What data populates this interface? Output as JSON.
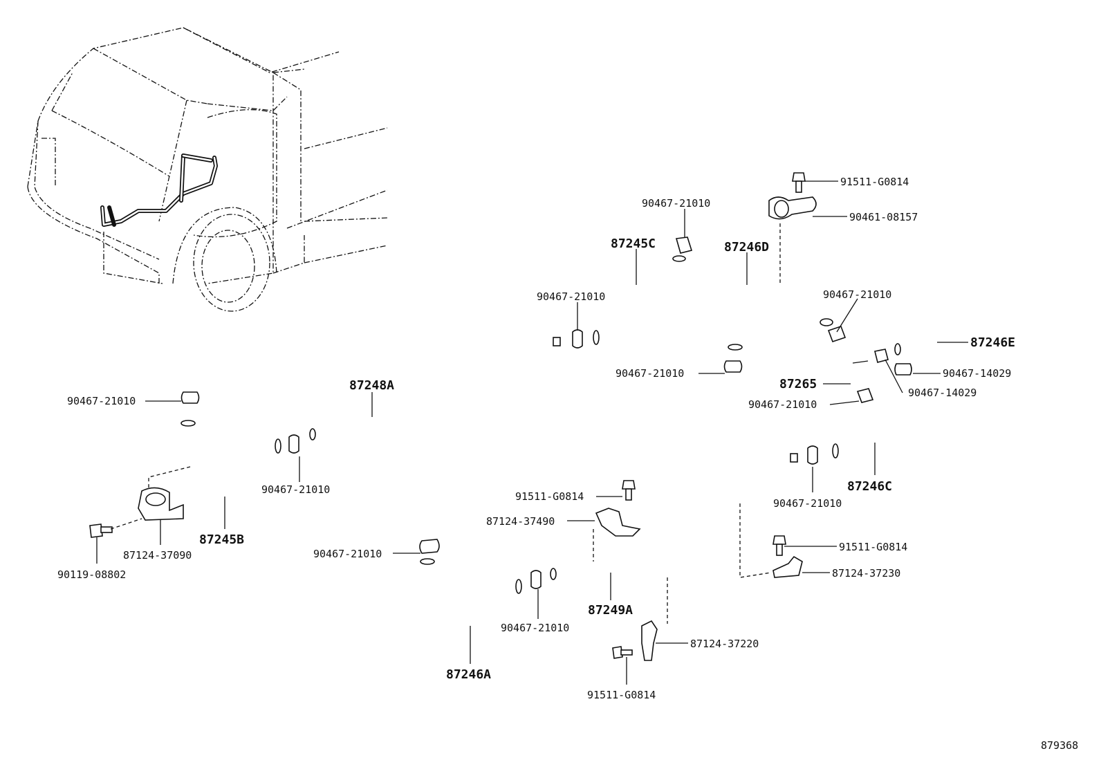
{
  "diagram_id": "879368",
  "labels": {
    "c1": "91511-G0814",
    "c2": "90461-08157",
    "c3": "90467-21010",
    "c4": "87245C",
    "c5": "87246D",
    "c6": "90467-21010",
    "c7": "90467-21010",
    "c8": "87246E",
    "c9": "90467-21010",
    "c10": "90467-14029",
    "c11": "87265",
    "c12": "90467-14029",
    "c13": "90467-21010",
    "c14": "90467-21010",
    "c15": "87248A",
    "c16": "90467-21010",
    "c17": "87246C",
    "c18": "91511-G0814",
    "c19": "90467-21010",
    "c20": "87124-37490",
    "c21": "87124-37090",
    "c22": "87245B",
    "c23": "91511-G0814",
    "c24": "90119-08802",
    "c25": "87124-37230",
    "c26": "90467-21010",
    "c27": "87249A",
    "c28": "90467-21010",
    "c29": "87124-37220",
    "c30": "87246A",
    "c31": "91511-G0814"
  }
}
